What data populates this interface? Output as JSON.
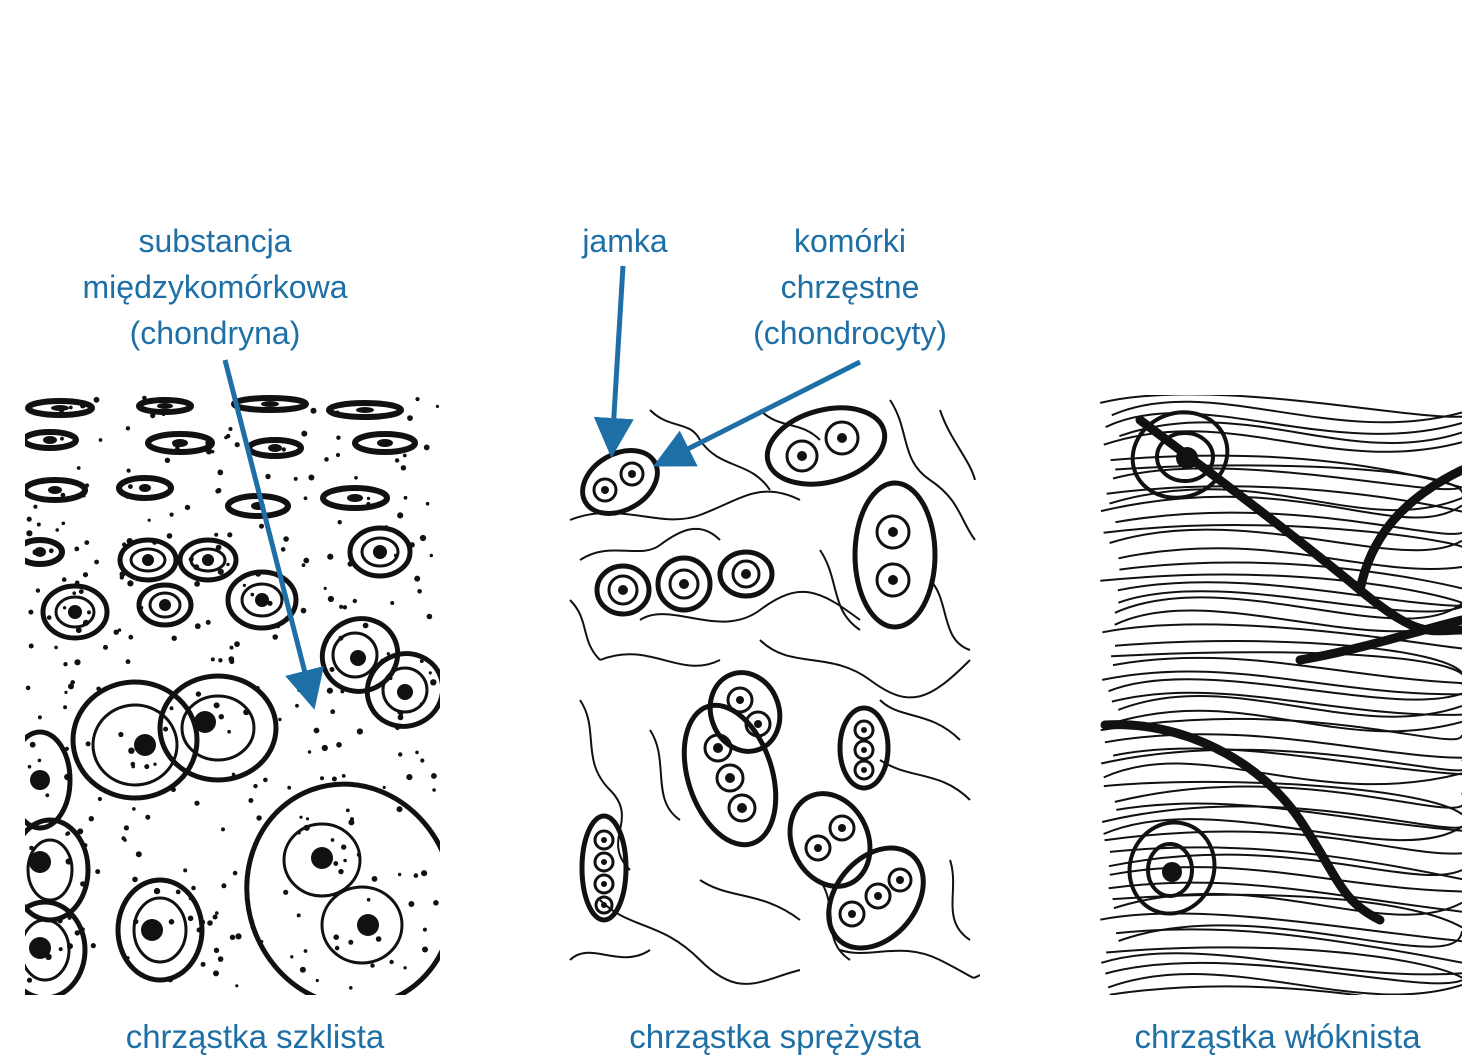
{
  "labels": {
    "substancja": [
      "substancja",
      "międzykomórkowa",
      "(chondryna)"
    ],
    "jamka": "jamka",
    "komorki": [
      "komórki",
      "chrzęstne",
      "(chondrocyty)"
    ]
  },
  "captions": {
    "szklista": "chrząstka szklista",
    "sprezysta": "chrząstka sprężysta",
    "wloknista": "chrząstka włóknista"
  },
  "colors": {
    "label": "#1d6fa5",
    "arrow": "#1d6fa5",
    "ink": "#111111"
  }
}
